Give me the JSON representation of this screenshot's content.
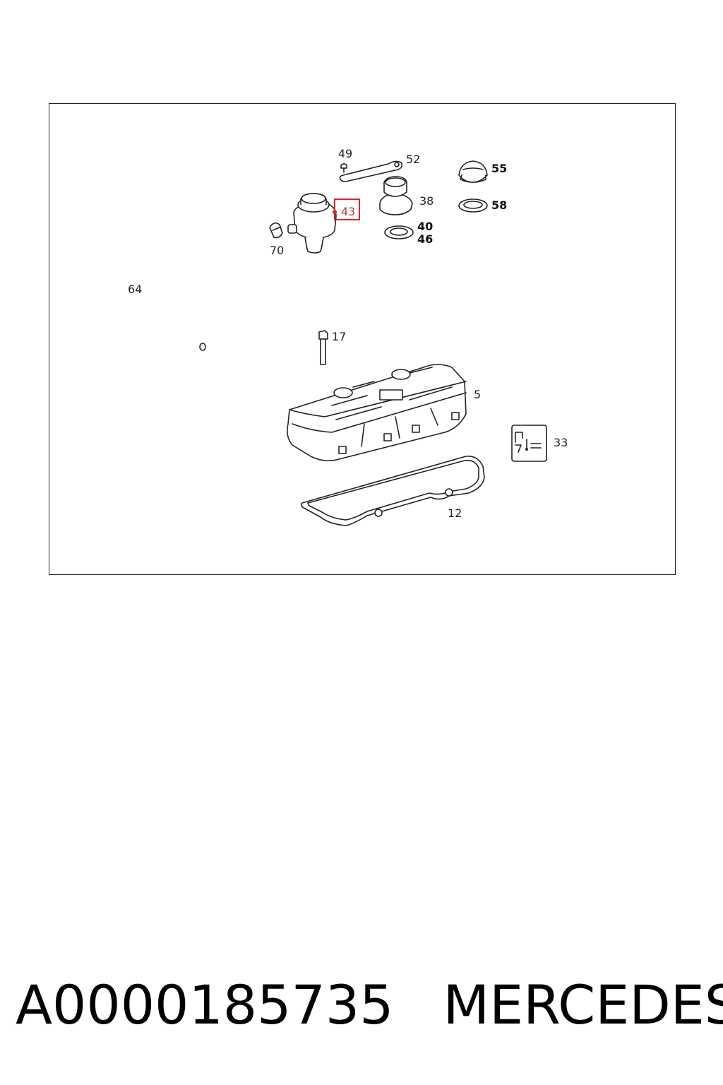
{
  "labels": {
    "l49": "49",
    "l52": "52",
    "l55": "55",
    "l38": "38",
    "l43": "43",
    "l58": "58",
    "l40": "40",
    "l46": "46",
    "l70": "70",
    "l64": "64",
    "l17": "17",
    "l5": "5",
    "l33": "33",
    "l12": "12"
  },
  "highlight": {
    "label": "43",
    "color": "#d9262b"
  },
  "caption": {
    "part_number": "A0000185735",
    "brand": "MERCEDES"
  }
}
